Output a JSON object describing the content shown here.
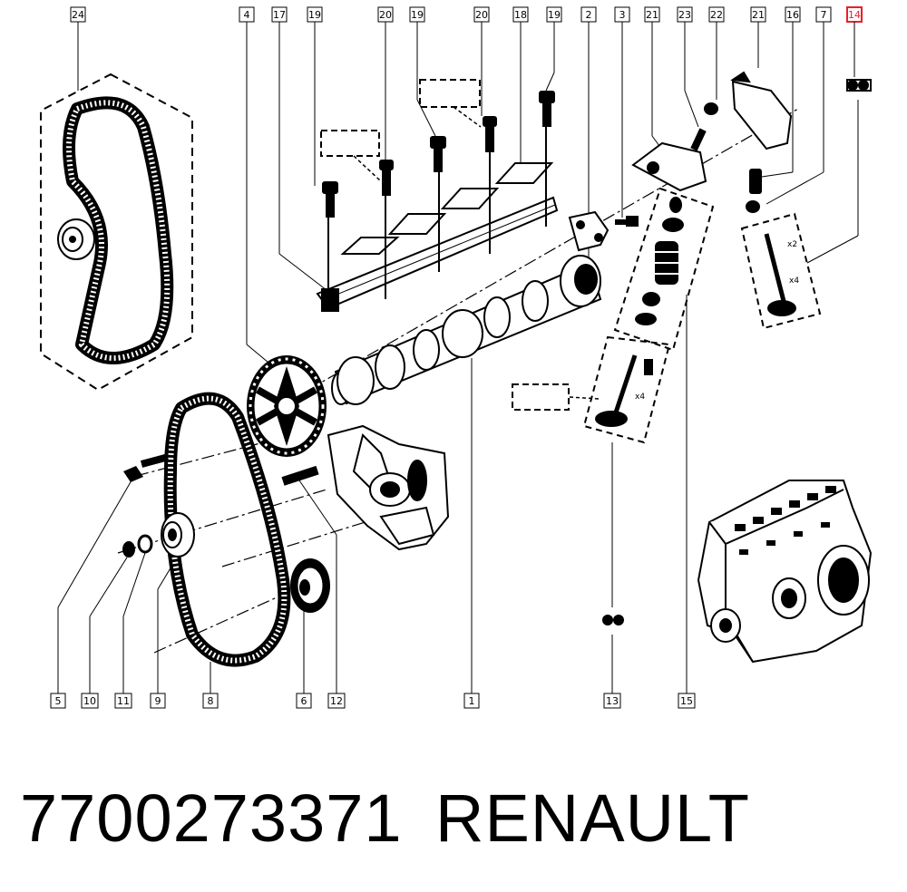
{
  "callouts": [
    {
      "id": "callout-24",
      "label": "24"
    },
    {
      "id": "callout-4",
      "label": "4"
    },
    {
      "id": "callout-17",
      "label": "17"
    },
    {
      "id": "callout-19a",
      "label": "19"
    },
    {
      "id": "callout-20a",
      "label": "20"
    },
    {
      "id": "callout-19b",
      "label": "19"
    },
    {
      "id": "callout-20b",
      "label": "20"
    },
    {
      "id": "callout-18",
      "label": "18"
    },
    {
      "id": "callout-19c",
      "label": "19"
    },
    {
      "id": "callout-2",
      "label": "2"
    },
    {
      "id": "callout-3",
      "label": "3"
    },
    {
      "id": "callout-21a",
      "label": "21"
    },
    {
      "id": "callout-23",
      "label": "23"
    },
    {
      "id": "callout-22",
      "label": "22"
    },
    {
      "id": "callout-21b",
      "label": "21"
    },
    {
      "id": "callout-16",
      "label": "16"
    },
    {
      "id": "callout-7",
      "label": "7"
    },
    {
      "id": "callout-14",
      "label": "14",
      "highlight": "#e8202a"
    },
    {
      "id": "callout-5",
      "label": "5"
    },
    {
      "id": "callout-10",
      "label": "10"
    },
    {
      "id": "callout-11",
      "label": "11"
    },
    {
      "id": "callout-9",
      "label": "9"
    },
    {
      "id": "callout-8",
      "label": "8"
    },
    {
      "id": "callout-6",
      "label": "6"
    },
    {
      "id": "callout-12",
      "label": "12"
    },
    {
      "id": "callout-1",
      "label": "1"
    },
    {
      "id": "callout-13",
      "label": "13"
    },
    {
      "id": "callout-15",
      "label": "15"
    }
  ],
  "caption": {
    "part_number": "7700273371",
    "brand": "RENAULT"
  },
  "colors": {
    "ink": "#000000",
    "highlight": "#e8202a",
    "paper": "#ffffff"
  }
}
